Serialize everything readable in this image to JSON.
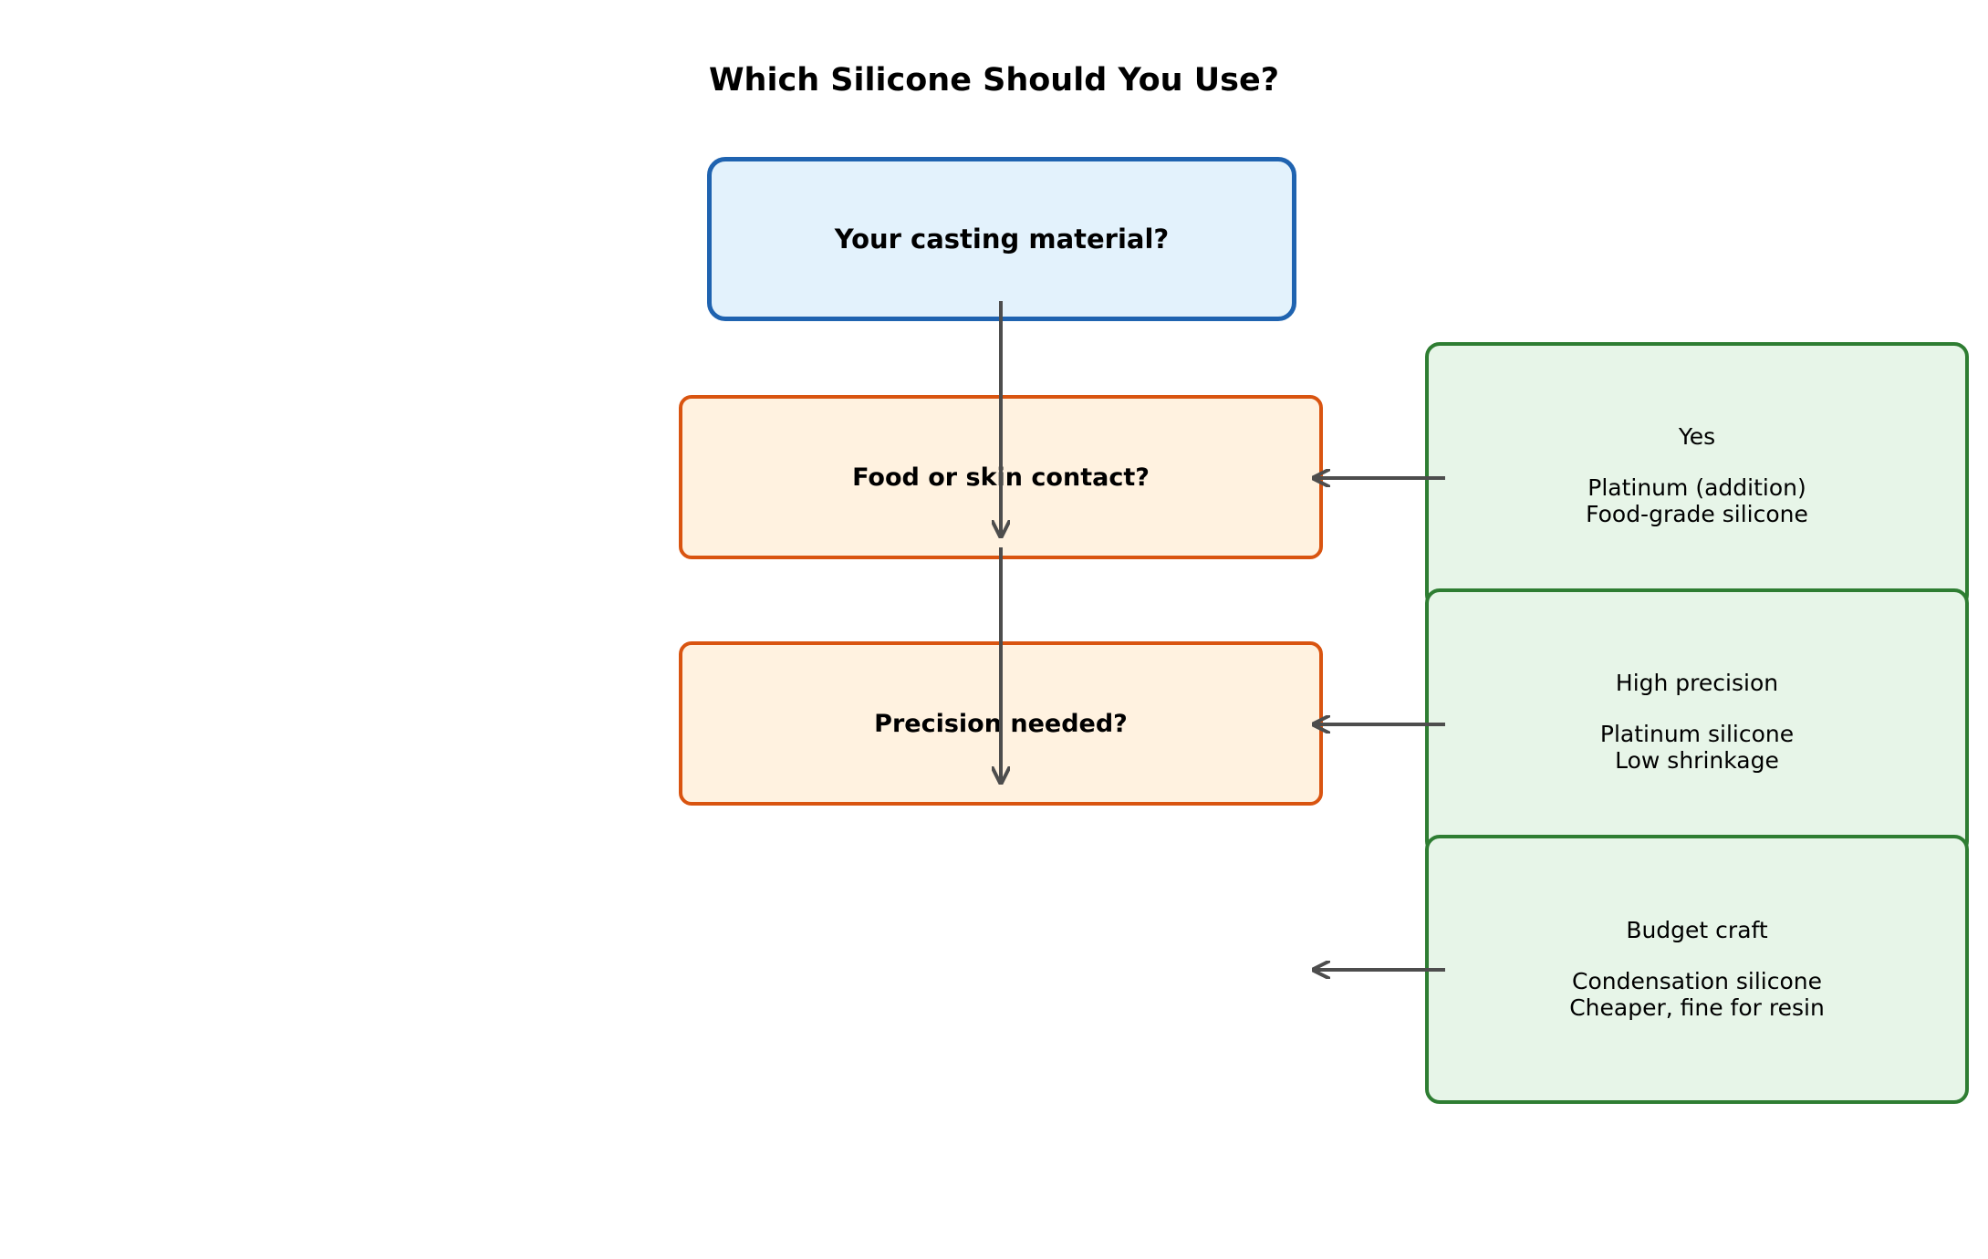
{
  "title": "Which Silicone Should You Use?",
  "start": {
    "label": "Your casting material?"
  },
  "questions": [
    {
      "label": "Food or skin contact?"
    },
    {
      "label": "Precision needed?"
    }
  ],
  "answers": [
    {
      "heading": "Yes",
      "line1": "Platinum (addition)",
      "line2": "Food-grade silicone"
    },
    {
      "heading": "High precision",
      "line1": "Platinum silicone",
      "line2": "Low shrinkage"
    },
    {
      "heading": "Budget craft",
      "line1": "Condensation silicone",
      "line2": "Cheaper, fine for resin"
    }
  ],
  "colors": {
    "start_border": "#1f63b0",
    "start_fill": "#e3f2fc",
    "question_border": "#d95410",
    "question_fill": "#fff2e0",
    "answer_border": "#2e7d32",
    "answer_fill": "#e7f5e8",
    "arrow": "#4d4d4d"
  }
}
